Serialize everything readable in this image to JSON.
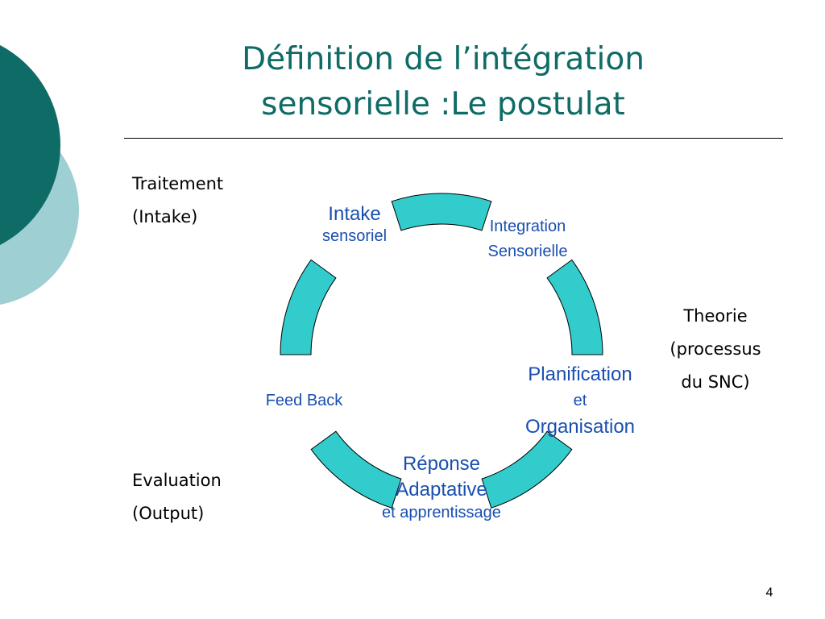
{
  "slide": {
    "title": [
      "Définition de l’intégration",
      "sensorielle :Le postulat"
    ],
    "left_top": [
      "Traitement",
      "(Intake)"
    ],
    "left_bottom": [
      "Evaluation",
      "(Output)"
    ],
    "right": [
      "Theorie",
      "(processus",
      "du SNC)"
    ],
    "page_number": "4"
  },
  "cycle": {
    "labels": {
      "intake": [
        "Intake",
        "sensoriel"
      ],
      "integration": [
        "Integration",
        "Sensorielle"
      ],
      "planification": [
        "Planification",
        "et",
        "Organisation"
      ],
      "reponse": [
        "Réponse",
        "Adaptative",
        "et apprentissage"
      ],
      "feedback": [
        "Feed Back"
      ]
    }
  },
  "colors": {
    "title": "#0e6b66",
    "arc_fill": "#33cccc",
    "label_blue": "#1a4fb0",
    "deco_dark": "#0e6b66",
    "deco_light": "#9ecfd3"
  }
}
